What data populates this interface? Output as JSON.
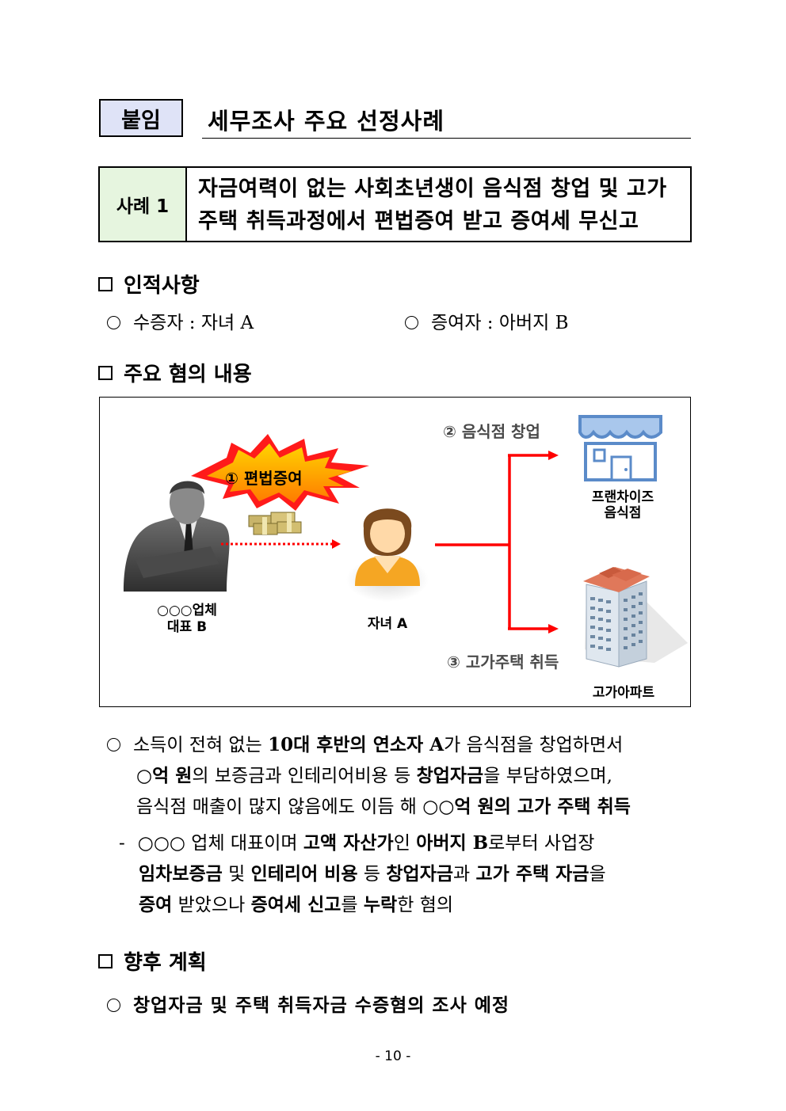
{
  "header": {
    "attachment_tag": "붙임",
    "title": "세무조사 주요 선정사례"
  },
  "case": {
    "label": "사례 1",
    "title_line1": "자금여력이 없는 사회초년생이 음식점 창업 및 고가",
    "title_line2": "주택 취득과정에서 편법증여 받고 증여세 무신고"
  },
  "section_personal": {
    "heading": "인적사항",
    "recipient": "수증자 : 자녀 A",
    "donor": "증여자 : 아버지 B"
  },
  "section_suspicion": {
    "heading": "주요 혐의 내용"
  },
  "diagram": {
    "gift_label": "① 편법증여",
    "father_label_line1": "○○○업체",
    "father_label_line2": "대표 B",
    "child_label": "자녀 A",
    "restaurant_step": "② 음식점 창업",
    "restaurant_label_line1": "프랜차이즈",
    "restaurant_label_line2": "음식점",
    "house_step": "③ 고가주택 취득",
    "house_label": "고가아파트"
  },
  "details": {
    "p1_l1_a": "소득이 전혀 없는 ",
    "p1_l1_b": "10대 후반의 연소자 A",
    "p1_l1_c": "가 음식점을 창업하면서",
    "p1_l2_a": "○억 원",
    "p1_l2_b": "의 보증금과 인테리어비용 등 ",
    "p1_l2_c": "창업자금",
    "p1_l2_d": "을 부담하였으며,",
    "p1_l3_a": "음식점 매출이 많지 않음에도 이듬 해 ",
    "p1_l3_b": "○○억 원의 고가 주택 취득",
    "dash": "-",
    "p2_l1_a": "○○○ 업체 대표이며 ",
    "p2_l1_b": "고액 자산가",
    "p2_l1_c": "인 ",
    "p2_l1_d": "아버지 B",
    "p2_l1_e": "로부터 사업장",
    "p2_l2_a": "임차보증금",
    "p2_l2_b": " 및 ",
    "p2_l2_c": "인테리어 비용",
    "p2_l2_d": " 등 ",
    "p2_l2_e": "창업자금",
    "p2_l2_f": "과 ",
    "p2_l2_g": "고가 주택 자금",
    "p2_l2_h": "을",
    "p2_l3_a": "증여",
    "p2_l3_b": " 받았으나 ",
    "p2_l3_c": "증여세 신고",
    "p2_l3_d": "를 ",
    "p2_l3_e": "누락",
    "p2_l3_f": "한 혐의"
  },
  "section_plan": {
    "heading": "향후 계획",
    "item": "창업자금 및 주택 취득자금 수증혐의 조사 예정"
  },
  "footer": {
    "page_number": "- 10 -"
  }
}
